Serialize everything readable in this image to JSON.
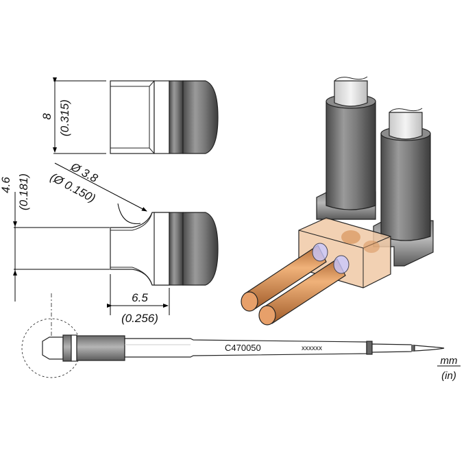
{
  "dimensions": {
    "height_mm": "8",
    "height_in": "(0.315)",
    "diameter_mm": "Ø 3.8",
    "diameter_in": "(Ø 0.150)",
    "gap_mm": "4.6",
    "gap_in": "(0.181)",
    "length_mm": "6.5",
    "length_in": "(0.256)"
  },
  "tip": {
    "part_number": "C470050",
    "serial": "xxxxxx"
  },
  "units": {
    "primary": "mm",
    "secondary": "(in)"
  },
  "colors": {
    "outline": "#222222",
    "metal_dark": "#7a7a7a",
    "copper": "#d9955c",
    "block": "#f0c9a6"
  }
}
